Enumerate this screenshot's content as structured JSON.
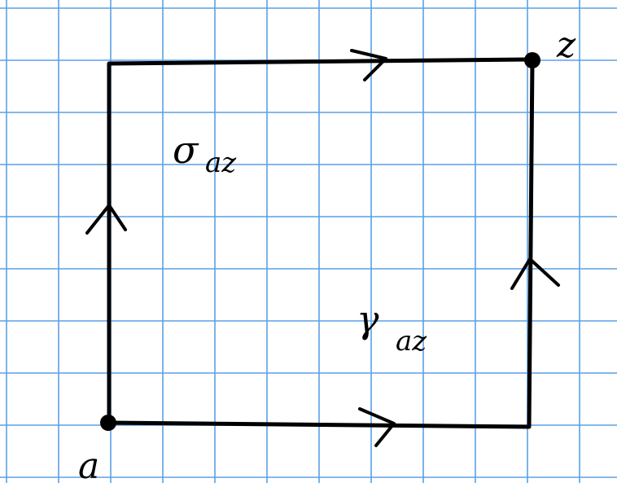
{
  "colors": {
    "background": "#ffffff",
    "grid": "#5aa0e6",
    "ink": "#000000"
  },
  "labels": {
    "start_point": "a",
    "end_point": "z",
    "upper_path_symbol": "σ",
    "upper_path_subscript": "az",
    "lower_path_symbol": "γ",
    "lower_path_subscript": "az"
  }
}
